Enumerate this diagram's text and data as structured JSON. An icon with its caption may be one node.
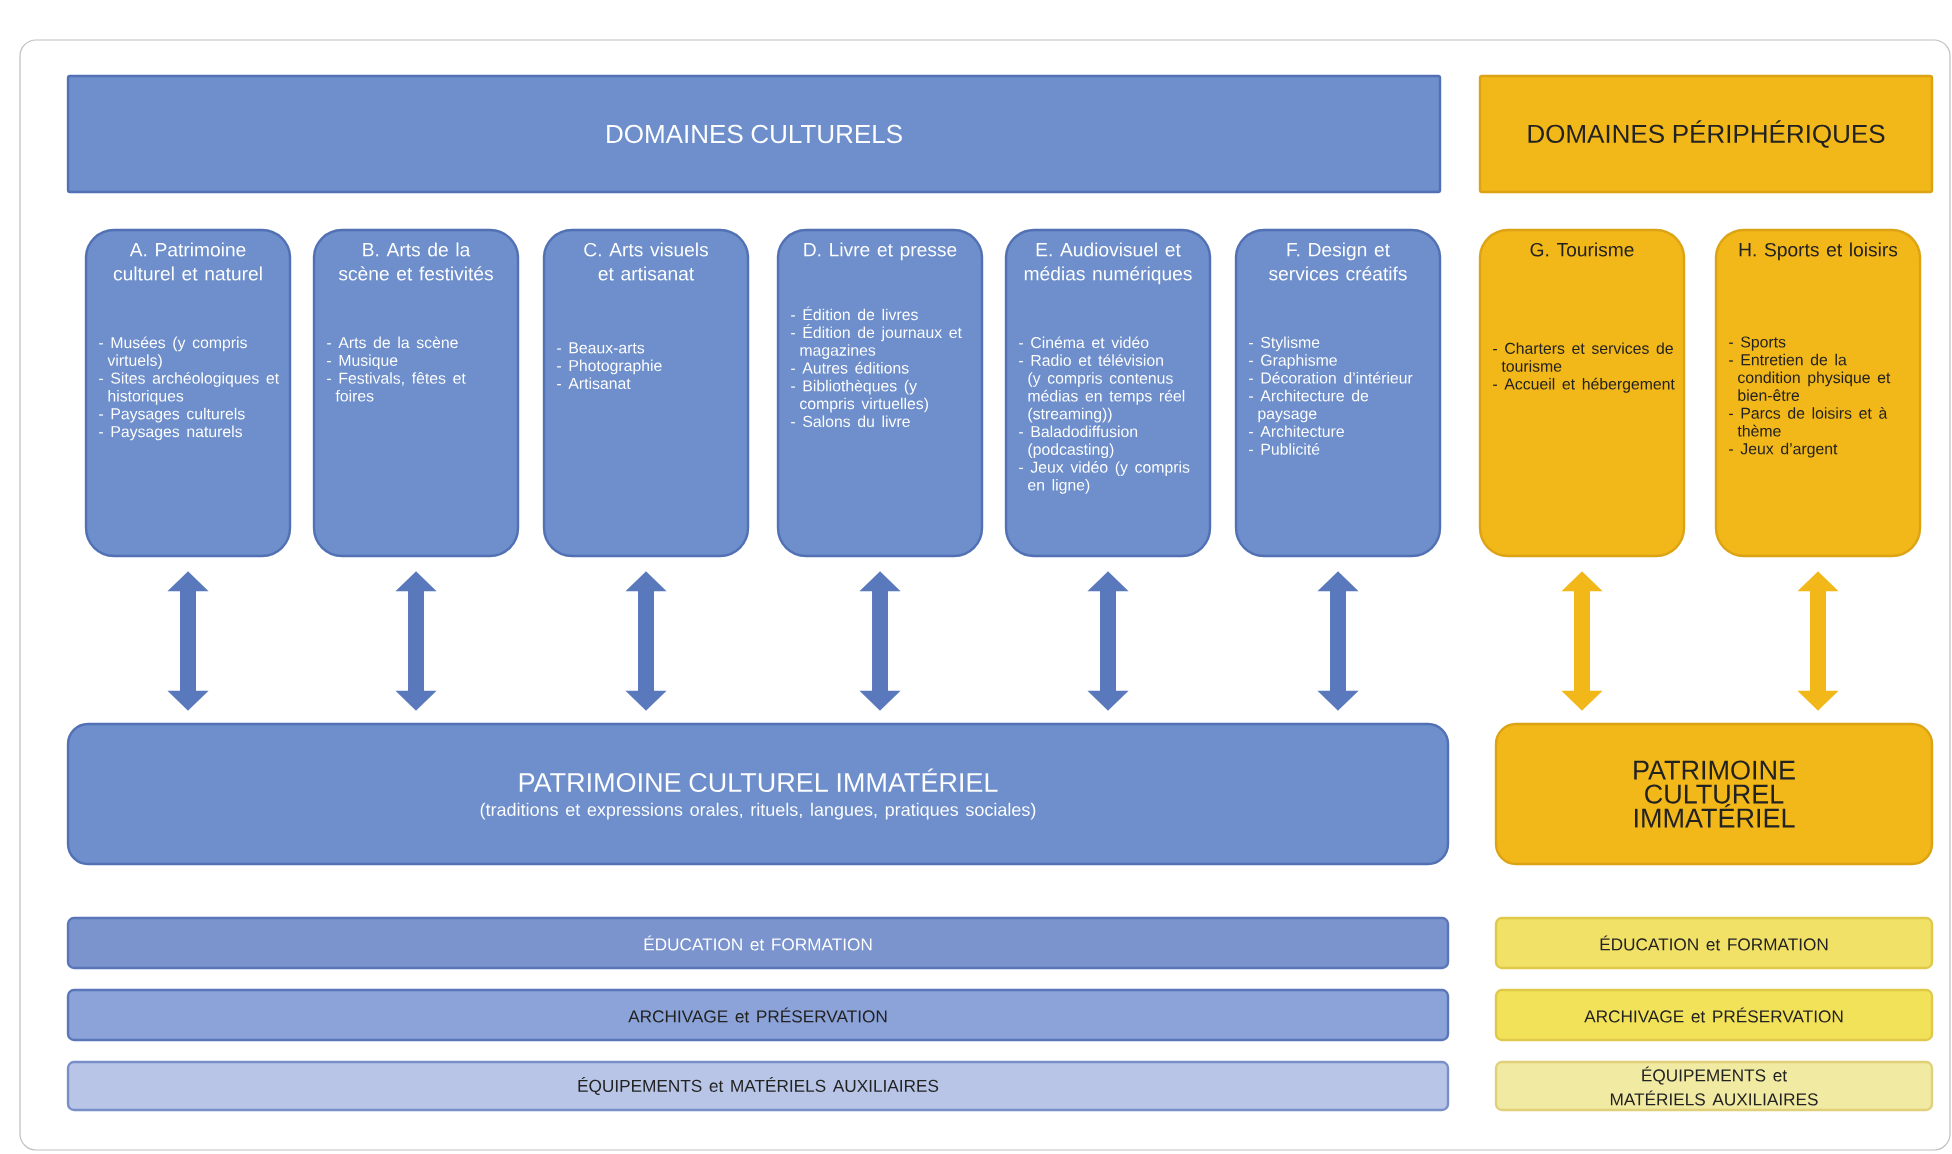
{
  "diagram": {
    "nodes": [
      {
        "text": [
          "DOMAINES CULTURELS"
        ]
      },
      {
        "text": [
          "DOMAINES PÉRIPHÉRIQUES"
        ]
      },
      {
        "text": [
          "A. Patrimoine culturel et naturel",
          "- Musées (y compris virtuels)",
          "- Sites archéologiques et historiques",
          "- Paysages culturels",
          "- Paysages naturels"
        ]
      },
      {
        "text": [
          "B. Arts de la scène et festivités",
          "- Arts de la scène",
          "- Musique",
          "- Festivals, fêtes et foires"
        ]
      },
      {
        "text": [
          "C. Arts visuels et artisanat",
          "- Beaux-arts",
          "- Photographie",
          "- Artisanat"
        ]
      },
      {
        "text": [
          "D. Livre et presse",
          "- Édition de livres",
          "- Édition de journaux et magazines",
          "- Autres éditions",
          "- Bibliothèques (y compris virtuelles)",
          "- Salons du livre"
        ]
      },
      {
        "text": [
          "E. Audiovisuel et médias numériques",
          "- Cinéma et vidéo",
          "- Radio et télévision (y compris contenus médias en temps réel (streaming))",
          "- Baladodiffusion (podcasting)",
          "- Jeux vidéo (y compris en ligne)"
        ]
      },
      {
        "text": [
          "F. Design et services créatifs",
          "- Stylisme",
          "- Graphisme",
          "- Décoration d’intérieur",
          "- Architecture de paysage",
          "- Architecture",
          "- Publicité"
        ]
      },
      {
        "text": [
          "G. Tourisme",
          "- Charters et services de tourisme",
          "- Accueil et hébergement"
        ]
      },
      {
        "text": [
          "H. Sports et loisirs",
          "- Sports",
          "- Entretien de la condition physique et bien-être",
          "- Parcs de loisirs et à thème",
          "- Jeux d’argent"
        ]
      },
      {
        "text": [
          "PATRIMOINE CULTUREL IMMATÉRIEL",
          "(traditions et expressions orales, rituels, langues, pratiques sociales)"
        ]
      },
      {
        "text": [
          "PATRIMOINE CULTUREL IMMATÉRIEL"
        ]
      },
      {
        "text": [
          "ÉDUCATION et FORMATION"
        ]
      },
      {
        "text": [
          "ARCHIVAGE et PRÉSERVATION"
        ]
      },
      {
        "text": [
          "ÉQUIPEMENTS et MATÉRIELS AUXILIAIRES"
        ]
      },
      {
        "text": [
          "ÉDUCATION et FORMATION"
        ]
      },
      {
        "text": [
          "ARCHIVAGE et PRÉSERVATION"
        ]
      },
      {
        "text": [
          "ÉQUIPEMENTS et MATÉRIELS AUXILIAIRES"
        ]
      }
    ],
    "edges": [
      {
        "from": 2,
        "to": 10,
        "arrow": "both"
      },
      {
        "from": 3,
        "to": 10,
        "arrow": "both"
      },
      {
        "from": 4,
        "to": 10,
        "arrow": "both"
      },
      {
        "from": 5,
        "to": 10,
        "arrow": "both"
      },
      {
        "from": 6,
        "to": 10,
        "arrow": "both"
      },
      {
        "from": 7,
        "to": 10,
        "arrow": "both"
      },
      {
        "from": 8,
        "to": 11,
        "arrow": "both",
        "color": "#f2b718"
      },
      {
        "from": 9,
        "to": 11,
        "arrow": "both",
        "color": "#f2b718"
      }
    ]
  }
}
